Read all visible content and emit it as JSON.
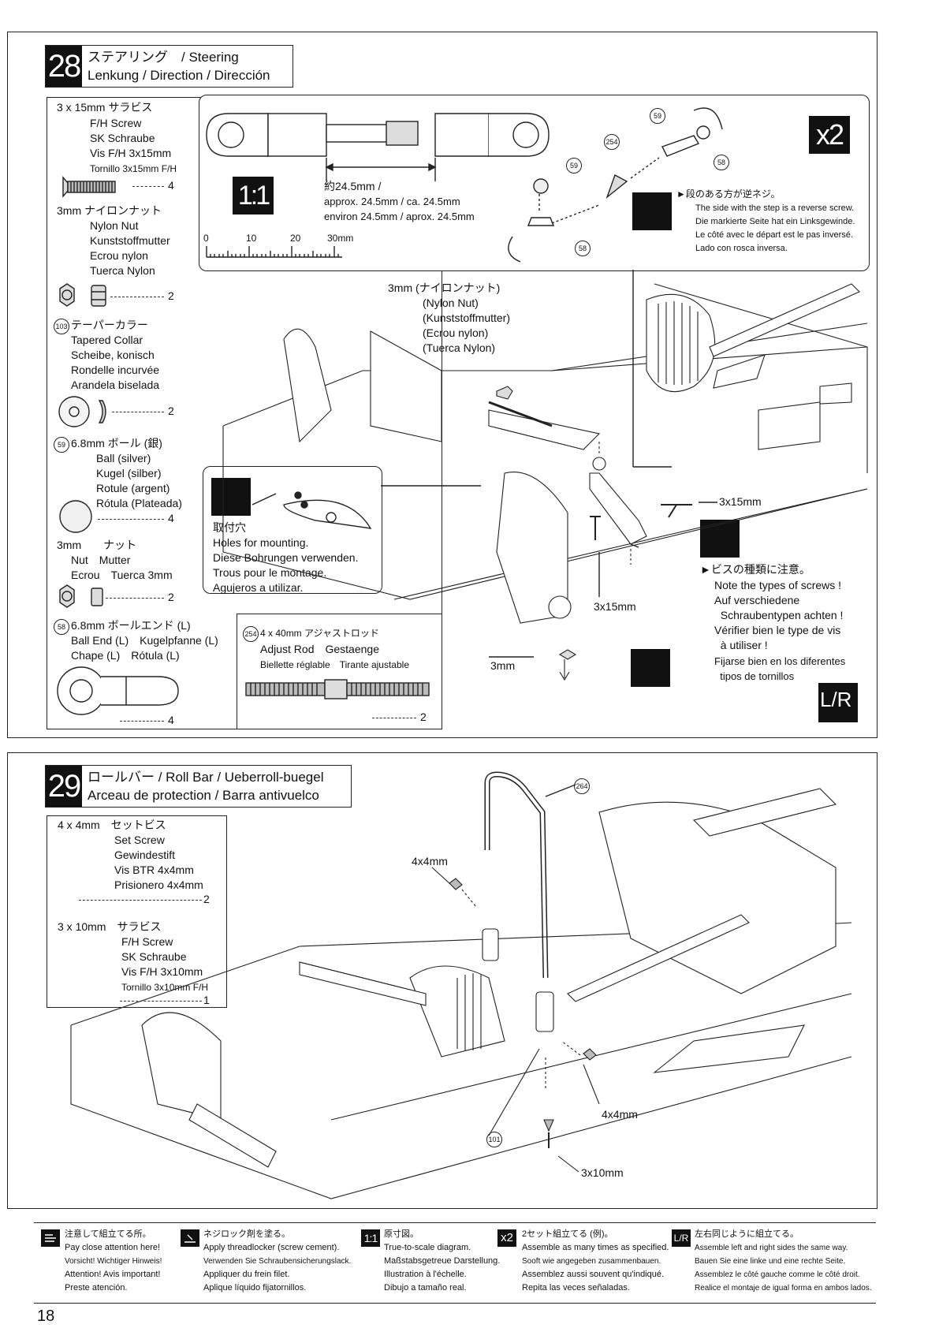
{
  "step28": {
    "number": "28",
    "title_line1": "ステアリング　/ Steering",
    "title_line2": "Lenkung / Direction / Dirección",
    "parts": {
      "screw": {
        "lines": [
          "3 x 15mm サラビス",
          "F/H Screw",
          "SK Schraube",
          "Vis F/H 3x15mm",
          "Tornillo 3x15mm F/H"
        ],
        "qty": "4"
      },
      "nylon_nut": {
        "lines": [
          "3mm ナイロンナット",
          "Nylon Nut",
          "Kunststoffmutter",
          "Ecrou nylon",
          "Tuerca Nylon"
        ],
        "qty": "2"
      },
      "collar": {
        "num": "103",
        "lines": [
          "テーパーカラー",
          "Tapered Collar",
          "Scheibe, konisch",
          "Rondelle incurvée",
          "Arandela biselada"
        ],
        "qty": "2"
      },
      "ball": {
        "num": "59",
        "lines": [
          "6.8mm ボール (銀)",
          "Ball (silver)",
          "Kugel (silber)",
          "Rotule (argent)",
          "Rótula (Plateada)"
        ],
        "qty": "4"
      },
      "nut": {
        "lines": [
          "3mm　　ナット",
          "Nut　Mutter",
          "Ecrou　Tuerca 3mm"
        ],
        "qty": "2"
      },
      "ball_end": {
        "num": "58",
        "lines": [
          "6.8mm ボールエンド (L)",
          "Ball End (L)　Kugelpfanne (L)",
          "Chape (L)　Rótula (L)"
        ],
        "qty": "4"
      },
      "adjust_rod": {
        "num": "254",
        "lines": [
          "4 x 40mm アジャストロッド",
          "Adjust Rod　Gestaenge",
          "Biellette réglable　Tirante ajustable"
        ],
        "qty": "2"
      }
    },
    "scale": {
      "icon": "1:1",
      "length_lines": [
        "約24.5mm /",
        "approx. 24.5mm / ca. 24.5mm",
        "environ 24.5mm / aprox. 24.5mm"
      ],
      "ruler_labels": [
        "0",
        "10",
        "20",
        "30mm"
      ]
    },
    "x2_icon": "x2",
    "callout_nums": [
      "59",
      "254",
      "58",
      "59",
      "58"
    ],
    "reverse_screw_note": [
      "►段のある方が逆ネジ。",
      "The side with the step is a reverse screw.",
      "Die markierte Seite hat ein Linksgewinde.",
      "Le côté avec le départ est le pas inversé.",
      "Lado con rosca inversa."
    ],
    "nylon_nut_label": [
      "3mm (ナイロンナット)",
      "(Nylon Nut)",
      "(Kunststoffmutter)",
      "(Ecrou nylon)",
      "(Tuerca Nylon)"
    ],
    "holes_note": [
      "取付穴",
      "Holes for mounting.",
      "Diese Bohrungen verwenden.",
      "Trous pour le montage.",
      "Agujeros a utilizar."
    ],
    "screw_types_note": [
      "►ビスの種類に注意。",
      "Note the types of screws !",
      "Auf verschiedene",
      "  Schraubentypen achten !",
      "Vérifier bien le type de vis",
      "  à utiliser !",
      "Fijarse bien en los diferentes",
      "  tipos de tornillos"
    ],
    "labels": {
      "s1": "3x15mm",
      "s2": "3x15mm",
      "nut": "3mm",
      "collar_num": "103"
    },
    "lr_icon": "L/R"
  },
  "step29": {
    "number": "29",
    "title_line1": "ロールバー / Roll Bar / Ueberroll-buegel",
    "title_line2": "Arceau de protection / Barra antivuelco",
    "parts": {
      "set_screw": {
        "lines": [
          "4 x 4mm　セットビス",
          "Set Screw",
          "Gewindestift",
          "Vis BTR 4x4mm",
          "Prisionero 4x4mm"
        ],
        "qty": "2"
      },
      "fh_screw": {
        "lines": [
          "3 x 10mm　サラビス",
          "F/H Screw",
          "SK Schraube",
          "Vis F/H 3x10mm",
          "Tornillo 3x10mm F/H"
        ],
        "qty": "1"
      }
    },
    "labels": {
      "rollbar_num": "264",
      "post_num": "101",
      "s1": "4x4mm",
      "s2": "4x4mm",
      "s3": "3x10mm"
    }
  },
  "legend": [
    {
      "icon": "hand-point-icon",
      "lines": [
        "注意して組立てる所。",
        "Pay close attention here!",
        "Vorsicht!  Wichtiger Hinweis!",
        "Attention! Avis important!",
        "Preste atención."
      ]
    },
    {
      "icon": "threadlock-icon",
      "lines": [
        "ネジロック剤を塗る。",
        "Apply threadlocker (screw cement).",
        "Verwenden Sie Schraubensicherungslack.",
        "Appliquer du frein filet.",
        "Aplique líquido fijatornillos."
      ]
    },
    {
      "icon": "1:1",
      "lines": [
        "原寸図。",
        "True-to-scale diagram.",
        "Maßstabsgetreue Darstellung.",
        "Illustration à l'échelle.",
        "Dibujo a tamaño real."
      ]
    },
    {
      "icon": "x2",
      "lines": [
        "2セット組立てる (例)。",
        "Assemble as many times as specified.",
        "Sooft wie angegeben zusammenbauen.",
        "Assemblez aussi souvent qu'indiqué.",
        "Repita las veces señaladas."
      ]
    },
    {
      "icon": "L/R",
      "lines": [
        "左右同じように組立てる。",
        "Assemble left and right sides the same way.",
        "Bauen Sie eine linke und eine rechte Seite.",
        "Assemblez le côté gauche comme le côté droit.",
        "Realice el montaje de igual forma en ambos lados."
      ]
    }
  ],
  "page_number": "18"
}
